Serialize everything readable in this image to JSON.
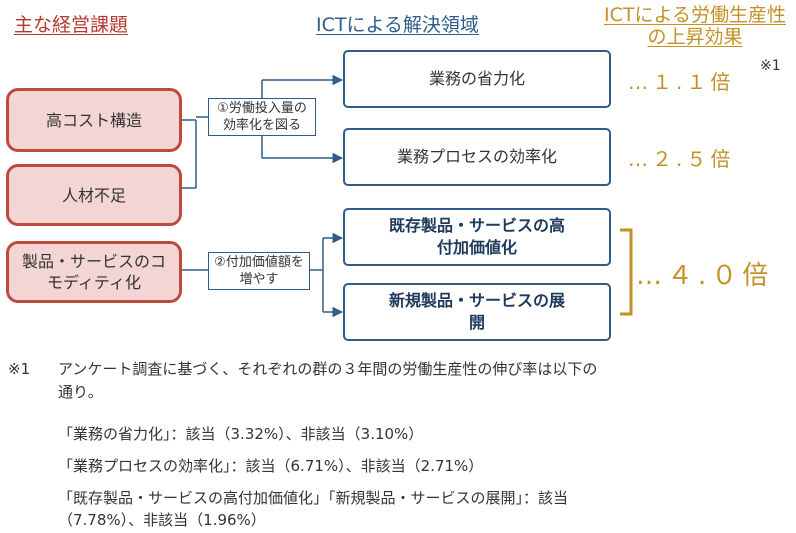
{
  "headers": {
    "issues": "主な経営課題",
    "ict_domain": "ICTによる解決領域",
    "effect": "ICTによる労働生産性の上昇効果"
  },
  "issues": [
    "高コスト構造",
    "人材不足",
    "製品・サービスのコモディティ化"
  ],
  "methods": [
    "①労働投入量の効率化を図る",
    "②付加価値額を増やす"
  ],
  "domains": [
    "業務の省力化",
    "業務プロセスの効率化",
    "既存製品・サービスの高付加価値化",
    "新規製品・サービスの展開"
  ],
  "effects": [
    "…１.１倍",
    "…２.５倍",
    "…４.０倍"
  ],
  "note_mark": "※1",
  "footnote": {
    "mark": "※1",
    "lines": [
      "アンケート調査に基づく、それぞれの群の３年間の労働生産性の伸び率は以下の",
      "通り。",
      "「業務の省力化」：該当（3.32%）、非該当（3.10%）",
      "「業務プロセスの効率化」：該当（6.71%）、非該当（2.71%）",
      "「既存製品・サービスの高付加価値化」「新規製品・サービスの展開」：該当",
      "（7.78%）、非該当（1.96%）"
    ]
  },
  "colors": {
    "issue_fill": "#f3d6d3",
    "issue_border": "#be4a3f",
    "issue_header": "#b33a30",
    "ict_blue": "#2f5c88",
    "effect_gold": "#c29226"
  }
}
